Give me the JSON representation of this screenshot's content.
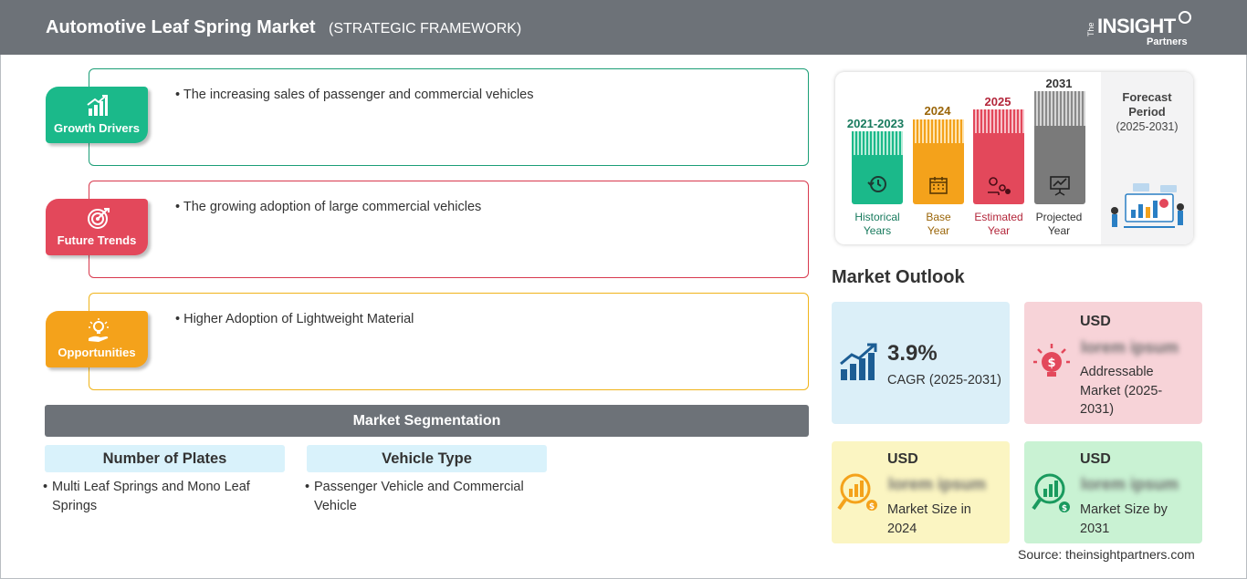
{
  "header": {
    "title": "Automotive Leaf Spring Market",
    "subtitle": "(STRATEGIC FRAMEWORK)",
    "logo": {
      "the": "The",
      "insight": "INSIGHT",
      "partners": "Partners"
    }
  },
  "drivers": [
    {
      "label": "Growth Drivers",
      "text": "The increasing sales of passenger and commercial vehicles",
      "color": "#1bb98a",
      "icon": "bar-chart-growth-icon"
    },
    {
      "label": "Future Trends",
      "text": "The growing adoption of large commercial vehicles",
      "color": "#e3485b",
      "icon": "target-icon"
    },
    {
      "label": "Opportunities",
      "text": "Higher Adoption of Lightweight Material",
      "color": "#f4a21b",
      "icon": "lightbulb-hand-icon"
    }
  ],
  "segmentation": {
    "title": "Market Segmentation",
    "columns": [
      {
        "heading": "Number of Plates",
        "items": [
          "Multi Leaf Springs and Mono Leaf",
          "Springs"
        ]
      },
      {
        "heading": "Vehicle Type",
        "items": [
          "Passenger Vehicle and Commercial",
          "Vehicle"
        ]
      }
    ]
  },
  "timeline": {
    "bars": [
      {
        "year": "2021-2023",
        "label1": "Historical",
        "label2": "Years",
        "color": "#1bb98a",
        "text_color": "#177a5d",
        "icon": "history-icon"
      },
      {
        "year": "2024",
        "label1": "Base",
        "label2": "Year",
        "color": "#f4a21b",
        "text_color": "#9a6508",
        "icon": "calendar-icon"
      },
      {
        "year": "2025",
        "label1": "Estimated",
        "label2": "Year",
        "color": "#e3485b",
        "text_color": "#b3263a",
        "icon": "gears-icon"
      },
      {
        "year": "2031",
        "label1": "Projected",
        "label2": "Year",
        "color": "#7a7a7a",
        "text_color": "#333333",
        "icon": "presentation-icon"
      }
    ],
    "forecast_title1": "Forecast",
    "forecast_title2": "Period",
    "forecast_range": "(2025-2031)"
  },
  "outlook": {
    "title": "Market Outlook",
    "cagr": {
      "value": "3.9%",
      "label": "CAGR (2025-2031)",
      "bg": "#dbeff8"
    },
    "addressable": {
      "usd": "USD",
      "value": "lorem ipsum",
      "desc1": "Addressable",
      "desc2": "Market (2025-",
      "desc3": "2031)",
      "bg": "#f7d3d8"
    },
    "size2024": {
      "usd": "USD",
      "value": "lorem ipsum",
      "desc1": "Market Size in",
      "desc2": "2024",
      "bg": "#fbf5c2"
    },
    "size2031": {
      "usd": "USD",
      "value": "lorem ipsum",
      "desc1": "Market Size by",
      "desc2": "2031",
      "bg": "#c9f2d3"
    }
  },
  "source": "Source: theinsightpartners.com"
}
